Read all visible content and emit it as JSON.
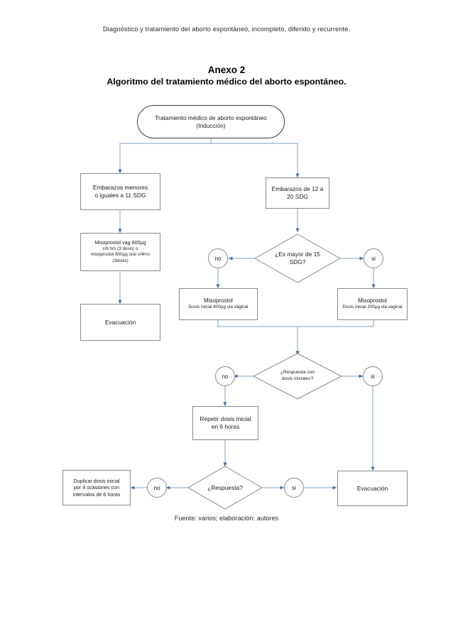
{
  "document": {
    "header": "Diagnóstico y tratamiento del aborto espontáneo, incompleto, diferido y recurrente.",
    "title_line1": "Anexo 2",
    "title_line2": "Algoritmo del tratamiento médico del aborto espontáneo.",
    "footer": "Fuente: varios; elaboración: autores"
  },
  "colors": {
    "connector": "#4a74a8",
    "node_border": "#8a8a8a",
    "start_border": "#3b3b3b",
    "text": "#1a1a1a",
    "background": "#ffffff"
  },
  "flowchart": {
    "type": "flowchart",
    "nodes": {
      "start": {
        "shape": "rounded-rectangle",
        "line1": "Tratamiento  médico de aborto espontáneo",
        "line2": "(Inducción)"
      },
      "left_branch": {
        "shape": "rectangle",
        "line1": "Embarazos menores",
        "line2": "o iguales a 11 SDG"
      },
      "left_treatment": {
        "shape": "rectangle",
        "line1": "Misoprostol vag 800µg",
        "line2": "c/6 hrs (3 dosis) o",
        "line3": "misoprostol 800µg oral c/4hrs",
        "line4": "(3dosis)"
      },
      "left_evacuation": {
        "shape": "rectangle",
        "label": "Evacuación"
      },
      "right_branch": {
        "shape": "rectangle",
        "line1": "Embarazos de 12 a",
        "line2": "20 SDG"
      },
      "decision_sdg": {
        "shape": "diamond",
        "line1": "¿Es mayor de 15",
        "line2": "SDG?"
      },
      "miso_400": {
        "shape": "rectangle",
        "line1": "Misoprostol",
        "line2": "Dosis inicial 400µg via vaginal"
      },
      "miso_200": {
        "shape": "rectangle",
        "line1": "Misoprostol",
        "line2": "Dosis inicial  200µg via vaginal"
      },
      "decision_response_initial": {
        "shape": "diamond",
        "line1": "¿Respuesta con",
        "line2": "dosis iniciales?"
      },
      "repeat_dose": {
        "shape": "rectangle",
        "line1": "Repetir dosis inicial",
        "line2": "en 6 horas"
      },
      "decision_response": {
        "shape": "diamond",
        "label": "¿Respuesta?"
      },
      "double_dose": {
        "shape": "rectangle",
        "line1": "Duplicar dosis inicial",
        "line2": "por 4 ocasiones con",
        "line3": "intervalos de 6 horas"
      },
      "right_evacuation": {
        "shape": "rectangle",
        "label": "Evacuación"
      }
    },
    "connector_labels": {
      "sdg_no": "no",
      "sdg_si": "si",
      "response_initial_no": "no",
      "response_initial_si": "si",
      "response_no": "no",
      "response_si": "si"
    }
  }
}
